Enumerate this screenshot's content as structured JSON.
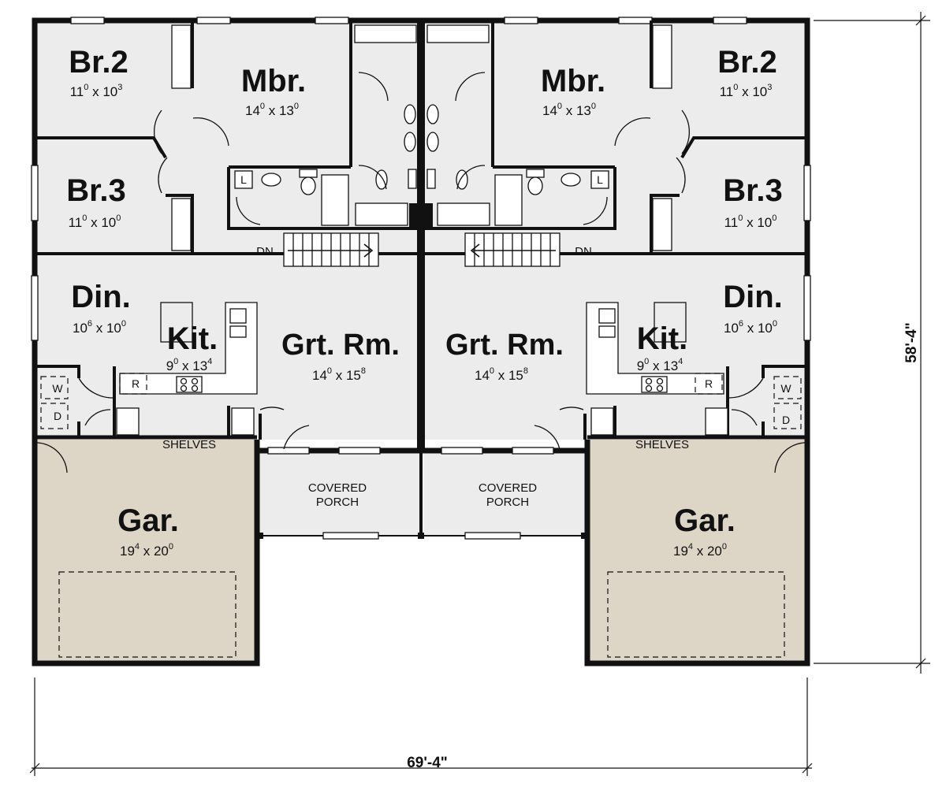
{
  "colors": {
    "living": "#ececec",
    "garage": "#ddd6c7",
    "porch": "#ececec",
    "wall": "#111111",
    "background": "#ffffff"
  },
  "rooms": {
    "left_br2": {
      "name": "Br.2",
      "dim": [
        "11",
        "0",
        " x 10",
        "3"
      ]
    },
    "left_mbr": {
      "name": "Mbr.",
      "dim": [
        "14",
        "0",
        " x 13",
        "0"
      ]
    },
    "left_br3": {
      "name": "Br.3",
      "dim": [
        "11",
        "0",
        " x 10",
        "0"
      ]
    },
    "left_din": {
      "name": "Din.",
      "dim": [
        "10",
        "6",
        " x 10",
        "0"
      ]
    },
    "left_kit": {
      "name": "Kit.",
      "dim": [
        "9",
        "0",
        " x 13",
        "4"
      ]
    },
    "left_grt": {
      "name": "Grt. Rm.",
      "dim": [
        "14",
        "0",
        " x 15",
        "8"
      ]
    },
    "left_gar": {
      "name": "Gar.",
      "dim": [
        "19",
        "4",
        " x 20",
        "0"
      ]
    },
    "right_br2": {
      "name": "Br.2",
      "dim": [
        "11",
        "0",
        " x 10",
        "3"
      ]
    },
    "right_mbr": {
      "name": "Mbr.",
      "dim": [
        "14",
        "0",
        " x 13",
        "0"
      ]
    },
    "right_br3": {
      "name": "Br.3",
      "dim": [
        "11",
        "0",
        " x 10",
        "0"
      ]
    },
    "right_din": {
      "name": "Din.",
      "dim": [
        "10",
        "6",
        " x 10",
        "0"
      ]
    },
    "right_kit": {
      "name": "Kit.",
      "dim": [
        "9",
        "0",
        " x 13",
        "4"
      ]
    },
    "right_grt": {
      "name": "Grt. Rm.",
      "dim": [
        "14",
        "0",
        " x 15",
        "8"
      ]
    },
    "right_gar": {
      "name": "Gar.",
      "dim": [
        "19",
        "4",
        " x 20",
        "0"
      ]
    }
  },
  "labels": {
    "covered": "COVERED",
    "porch": "PORCH",
    "shelves": "SHELVES",
    "stair_down": "DN",
    "washer": "W",
    "dryer": "D",
    "refrigerator": "R",
    "linen": "L"
  },
  "dimensions": {
    "width": "69'-4\"",
    "depth": "58'-4\""
  }
}
